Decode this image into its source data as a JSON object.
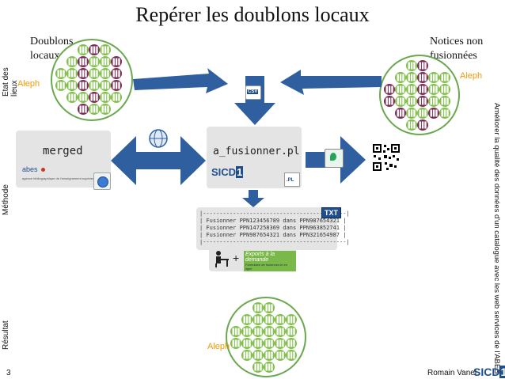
{
  "title": "Repérer les doublons locaux",
  "notes": {
    "left_line1": "Doublons",
    "left_line2": "locaux",
    "right_line1": "Notices non",
    "right_line2": "fusionnées"
  },
  "aleph_label": "Aleph",
  "side_left": {
    "etat": "Etat des lieux",
    "methode": "Méthode",
    "resultat": "Résultat"
  },
  "side_right": "Améliorer la qualité des données d'un catalogue avec les web services de l'ABES",
  "merged": {
    "label": "merged",
    "logo_text": "abes",
    "tagline": "agence bibliographique de l'enseignement supérieur"
  },
  "script": {
    "name": "a_fusionner.pl",
    "logo": "SICD",
    "logo_digit": "1",
    "pl_tag": ".PL",
    "csv_tag": "CSV"
  },
  "console": {
    "badge": "TXT",
    "border": "|-------------------------------------------|",
    "lines": [
      "| Fusionner PPN123456789 dans PPN987654321 |",
      "| Fusionner PPN147258369 dans PPN963852741 |",
      "| Fusionner PPN987654321 dans PPN321654987 |"
    ]
  },
  "export": {
    "plus": "+",
    "title": "Exports à la demande",
    "subtitle": "Formulaire de fusionnez-le en ligne"
  },
  "footer": {
    "page": "3",
    "author": "Romain Vanel",
    "logo": "SICD",
    "logo_digit": "1"
  },
  "colors": {
    "arrow": "#2f5f9e",
    "book_green": "#7fbf4a",
    "book_purple": "#7a2b54",
    "circle_border": "#6aa84f"
  }
}
